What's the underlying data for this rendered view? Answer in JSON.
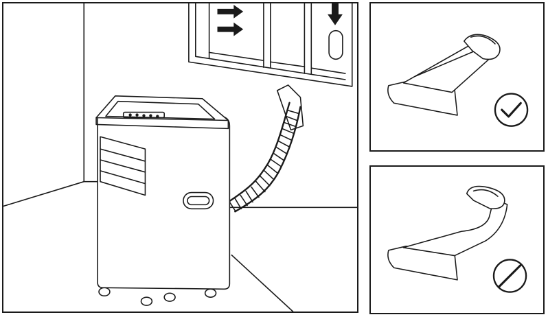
{
  "figure": {
    "panels": [
      "main-installation-scene",
      "correct-hose-installation",
      "incorrect-hose-installation"
    ],
    "icons": {
      "correct": "check-circle-icon",
      "incorrect": "prohibited-circle-icon",
      "arrow": "arrow-icon"
    },
    "colors": {
      "line": "#1a1a1a",
      "background": "#ffffff"
    }
  }
}
